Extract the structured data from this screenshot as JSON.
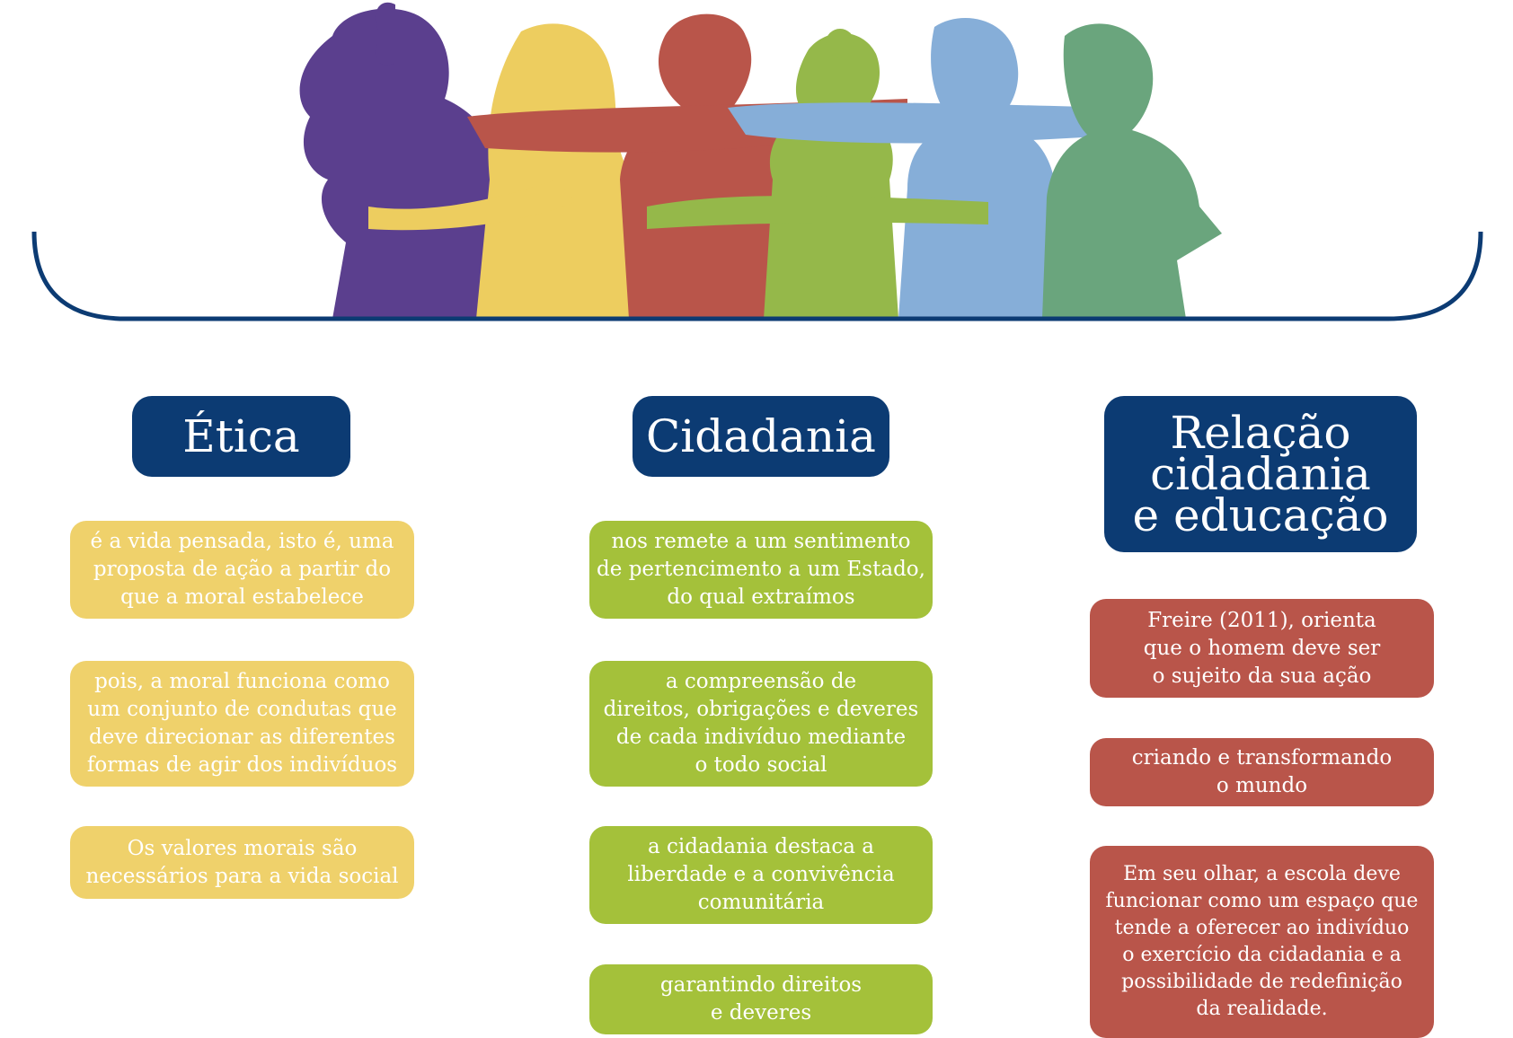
{
  "colors": {
    "title_bg": "#0c3b73",
    "etica_box": "#efd16b",
    "cidadania_box": "#a4c13a",
    "relacao_box": "#b9554a",
    "people": [
      "#5b3f8e",
      "#edcd5f",
      "#b9554a",
      "#95b84a",
      "#86aed8",
      "#6aa57d"
    ]
  },
  "columns": {
    "etica": {
      "title": "Ética",
      "items": [
        "é a vida pensada, isto é, uma\nproposta de ação a partir do\nque a moral estabelece",
        "pois, a moral funciona como\num conjunto de condutas que\ndeve direcionar as diferentes\nformas de agir dos indivíduos",
        "Os valores morais são\nnecessários para a vida social"
      ]
    },
    "cidadania": {
      "title": "Cidadania",
      "items": [
        "nos remete a um sentimento\nde pertencimento a um Estado,\ndo qual extraímos",
        "a compreensão de\ndireitos, obrigações e deveres\nde cada indivíduo mediante\no todo social",
        "a cidadania destaca a\nliberdade e a convivência\ncomunitária",
        "garantindo direitos\ne deveres"
      ]
    },
    "relacao": {
      "title": "Relação\ncidadania\ne educação",
      "items": [
        "Freire (2011), orienta\nque o homem deve ser\no sujeito da sua ação",
        "criando e transformando\no mundo",
        "Em seu olhar, a escola deve\nfuncionar como um espaço que\ntende a oferecer ao indivíduo\no exercício da cidadania e a\npossibilidade de redefinição\nda realidade."
      ]
    }
  }
}
